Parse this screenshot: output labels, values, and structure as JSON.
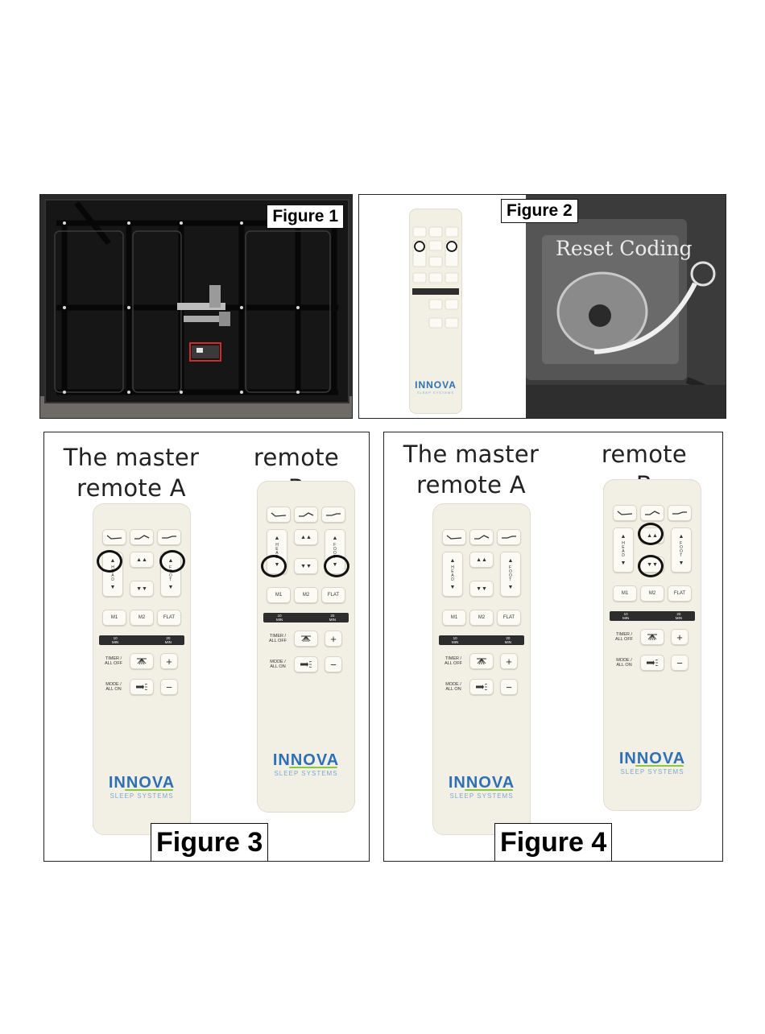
{
  "figures": {
    "fig1": {
      "label": "Figure 1"
    },
    "fig2": {
      "label": "Figure 2",
      "overlay_text": "Reset Coding"
    },
    "fig3": {
      "label": "Figure 3",
      "caption_left": "The master\nremote A",
      "caption_right": "remote\nB"
    },
    "fig4": {
      "label": "Figure 4",
      "caption_left": "The master\nremote A",
      "caption_right": "remote\nB"
    }
  },
  "remote": {
    "m1": "M1",
    "m2": "M2",
    "flat": "FLAT",
    "timer_left": "10\nMIN",
    "timer_right": "20\nMIN",
    "timer_label": "TIMER /\nALL OFF",
    "mode_label": "MODE /\nALL ON",
    "plus": "+",
    "minus": "−",
    "brand": "INNOVA",
    "brand_sub": "SLEEP SYSTEMS"
  },
  "colors": {
    "remote_body": "#f2f0e4",
    "brand_blue": "#2f6fb3",
    "brand_green": "#8cc63f",
    "highlight_box": "#d22b2b"
  }
}
